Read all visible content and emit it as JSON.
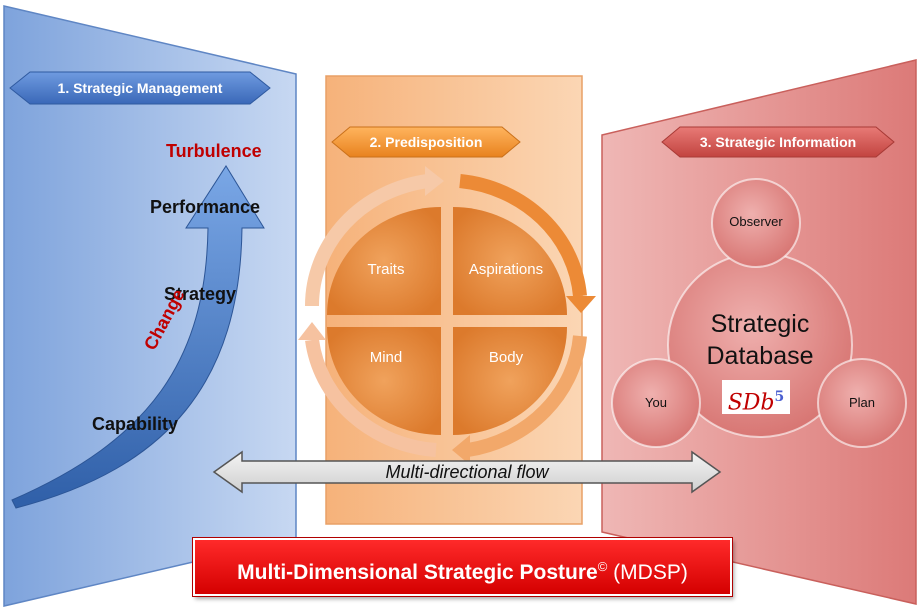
{
  "panels": {
    "left": {
      "label": "1. Strategic Management"
    },
    "middle": {
      "label": "2. Predisposition"
    },
    "right": {
      "label": "3. Strategic Information"
    }
  },
  "left_panel": {
    "turbulence": "Turbulence",
    "performance": "Performance",
    "strategy": "Strategy",
    "capability": "Capability",
    "change": "Change"
  },
  "predisposition": {
    "traits": "Traits",
    "aspirations": "Aspirations",
    "mind": "Mind",
    "body": "Body"
  },
  "strategic_info": {
    "observer": "Observer",
    "database_line1": "Strategic",
    "database_line2": "Database",
    "sdb_base": "SDb",
    "sdb_exp": "5",
    "you": "You",
    "plan": "Plan"
  },
  "flow": {
    "label": "Multi-directional flow"
  },
  "title": {
    "main": "Multi-Dimensional Strategic Posture",
    "mark": "©",
    "abbr": " (MDSP)"
  },
  "colors": {
    "blue": "#4f7fc7",
    "orange": "#f28a2e",
    "red": "#d9534f",
    "title_red": "#e00000",
    "turbulence": "#c00000"
  }
}
